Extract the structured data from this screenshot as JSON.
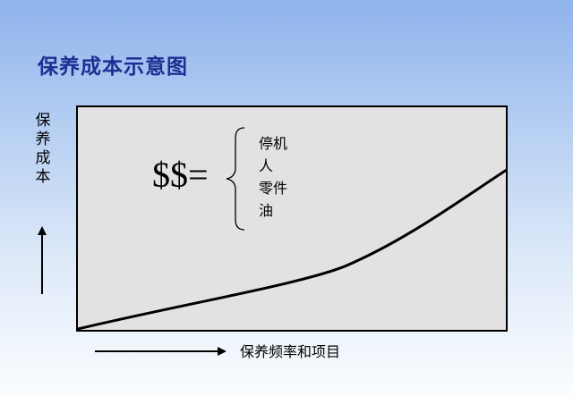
{
  "title": "保养成本示意图",
  "y_axis_label": "保养成本",
  "x_axis_label": "保养频率和项目",
  "formula": "$$=",
  "cost_items": [
    "停机",
    "人",
    "零件",
    "油"
  ],
  "colors": {
    "title": "#1d2f93",
    "plot_background": "#e2e2e2",
    "curve": "#000000"
  }
}
